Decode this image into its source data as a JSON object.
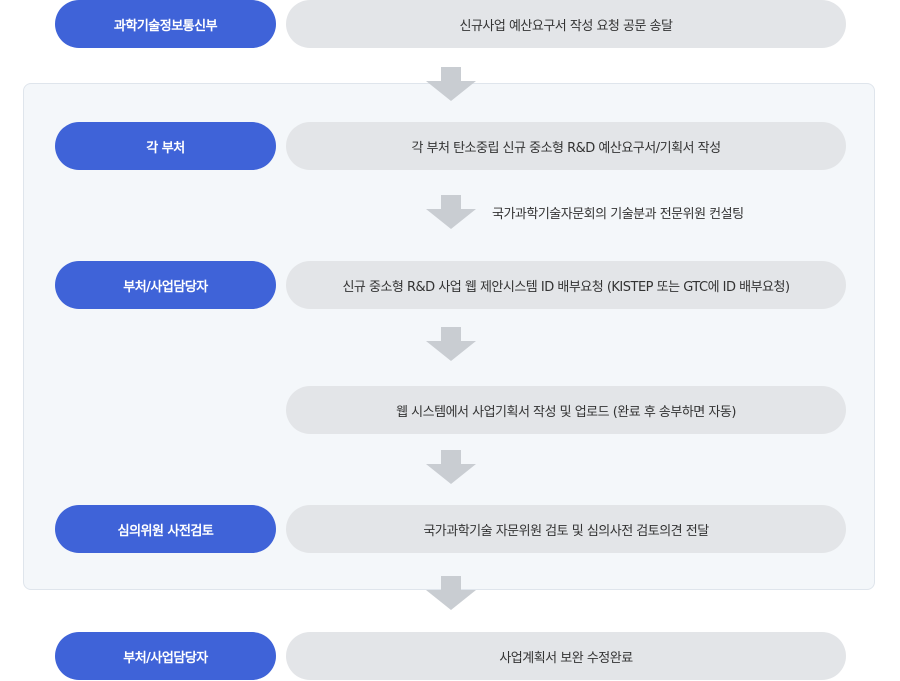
{
  "colors": {
    "actor_bg": "#3f63d8",
    "task_bg": "#e3e5e8",
    "arrow": "#c9cdd2",
    "panel_bg": "#f4f7fa"
  },
  "steps": [
    {
      "actor": "과학기술정보통신부",
      "task": "신규사업 예산요구서 작성 요청 공문 송달"
    },
    {
      "actor": "각 부처",
      "task": "각 부처 탄소중립 신규 중소형 R&D 예산요구서/기획서 작성"
    },
    {
      "actor": "부처/사업담당자",
      "task": "신규 중소형 R&D 사업 웹 제안시스템 ID 배부요청 (KISTEP 또는 GTC에 ID 배부요청)"
    },
    {
      "actor": "",
      "task": "웹 시스템에서 사업기획서 작성 및 업로드 (완료 후 송부하면 자동)"
    },
    {
      "actor": "심의위원 사전검토",
      "task": "국가과학기술 자문위원 검토 및 심의사전 검토의견 전달"
    },
    {
      "actor": "부처/사업담당자",
      "task": "사업계획서 보완 수정완료"
    }
  ],
  "consulting_note": "국가과학기술자문회의 기술분과 전문위원 컨설팅"
}
